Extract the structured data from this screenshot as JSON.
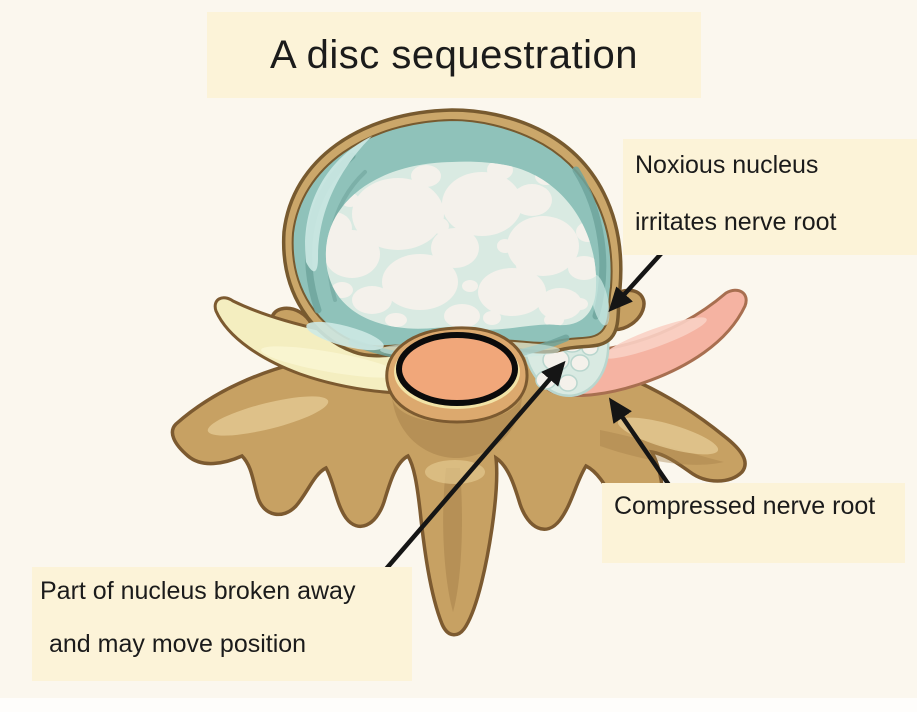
{
  "title": "A disc sequestration",
  "labels": {
    "noxious": {
      "line1": "Noxious nucleus",
      "line2": "irritates nerve root"
    },
    "compressed": {
      "text": "Compressed nerve root"
    },
    "broken": {
      "line1": "Part of nucleus broken away",
      "line2": "and may move position"
    }
  },
  "palette": {
    "page_bg": "#FBF7EE",
    "label_bg": "#FCF3D8",
    "text": "#1B1B1B",
    "arrow": "#151515",
    "gold": "#CBA76A",
    "gold_dark": "#775A2F",
    "teal": "#8FC2BA",
    "teal_dark": "#6FA49C",
    "teal_light": "#CDE9E4",
    "nucleus_bg": "#D9EAE2",
    "bubble": "#F4F1EB",
    "bubble_edge": "#B9D6CE",
    "bone": "#C7A163",
    "bone_dark": "#7C5A30",
    "bone_shadow": "#A57F49",
    "bone_light": "#E2C78F",
    "canal": "#DCA96E",
    "canal_light": "#F2E3A6",
    "cord": "#F1A77A",
    "cord_outline": "#0B0B0B",
    "nerve_yellow": "#F4EEC0",
    "nerve_pink": "#F5B3A2",
    "nerve_pink_dark": "#A86F50"
  }
}
